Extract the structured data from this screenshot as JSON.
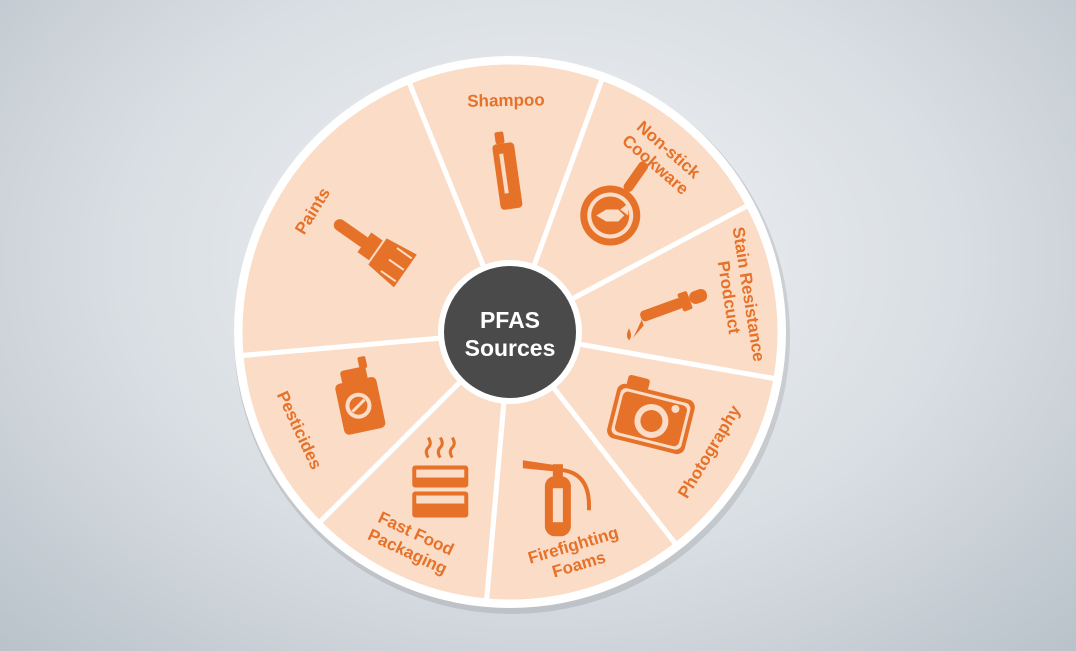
{
  "diagram": {
    "center": {
      "line1": "PFAS",
      "line2": "Sources"
    },
    "segments": [
      {
        "id": "shampoo",
        "lines": [
          "Shampoo"
        ],
        "icon": "shampoo-bottle-icon"
      },
      {
        "id": "cookware",
        "lines": [
          "Non-stick",
          "Cookware"
        ],
        "icon": "frying-pan-icon"
      },
      {
        "id": "stain",
        "lines": [
          "Stain Resistance",
          "Prodcuct"
        ],
        "icon": "dropper-icon"
      },
      {
        "id": "photography",
        "lines": [
          "Photography"
        ],
        "icon": "camera-icon"
      },
      {
        "id": "firefighting",
        "lines": [
          "Firefighting",
          "Foams"
        ],
        "icon": "fire-extinguisher-icon"
      },
      {
        "id": "fastfood",
        "lines": [
          "Fast Food",
          "Packaging"
        ],
        "icon": "food-container-icon"
      },
      {
        "id": "pesticides",
        "lines": [
          "Pesticides"
        ],
        "icon": "spray-can-icon"
      },
      {
        "id": "paints",
        "lines": [
          "Paints"
        ],
        "icon": "paintbrush-icon"
      }
    ]
  },
  "colors": {
    "segment_fill": "#fbdcc7",
    "ring_outline": "#ffffff",
    "accent": "#e6722a",
    "center_fill": "#4a4a4a",
    "center_text": "#ffffff"
  }
}
